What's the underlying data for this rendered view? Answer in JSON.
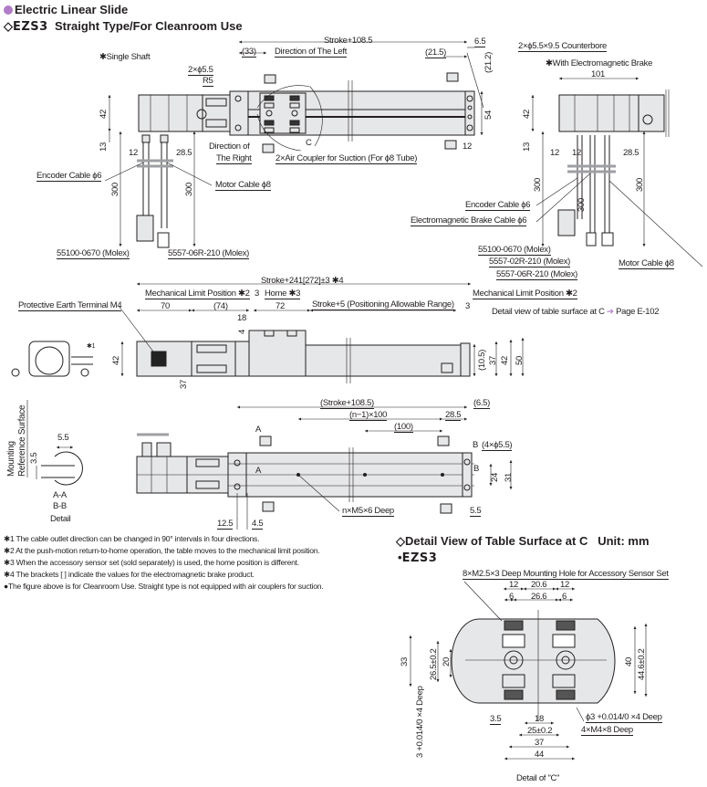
{
  "header": {
    "title": "Electric Linear Slide",
    "subtitle_symbol": "◇",
    "subtitle_model": "EZS3",
    "subtitle_text": "Straight Type/For Cleanroom Use",
    "accent_color": "#b07cc6"
  },
  "top_view": {
    "single_shaft_note": "✱Single Shaft",
    "brake_note": "✱With Electromagnetic Brake",
    "labels": {
      "stroke_total": "Stroke+108.5",
      "d33": "(33)",
      "direction_left": "Direction of The Left",
      "d6_5": "6.5",
      "d21_5": "(21.5)",
      "d21_2": "(21.2)",
      "counterbore": "2×ϕ5.5×9.5 Counterbore",
      "holes": "2×ϕ5.5",
      "r5": "R5",
      "h42": "42",
      "h13": "13",
      "h54": "54",
      "d12": "12",
      "d28_5": "28.5",
      "d12_right": "12",
      "direction_right_1": "Direction of",
      "direction_right_2": "The Right",
      "c_mark": "C",
      "air_coupler": "2×Air Coupler for Suction (For ϕ8 Tube)",
      "encoder_cable": "Encoder Cable ϕ6",
      "motor_cable": "Motor Cable ϕ8",
      "len300a": "300",
      "len300b": "300",
      "conn1": "55100-0670 (Molex)",
      "conn2": "5557-06R-210 (Molex)"
    },
    "brake": {
      "w101": "101",
      "h42": "42",
      "h13": "13",
      "d12a": "12",
      "d12b": "12",
      "d28_5": "28.5",
      "len300a": "300",
      "len300b": "300",
      "len300c": "300",
      "encoder_cable": "Encoder Cable ϕ6",
      "brake_cable": "Electromagnetic Brake Cable ϕ6",
      "conn1": "55100-0670 (Molex)",
      "conn2": "5557-02R-210 (Molex)",
      "conn3": "5557-06R-210 (Molex)",
      "motor_cable": "Motor Cable ϕ8"
    }
  },
  "side_view": {
    "stroke_total": "Stroke+241[272]±3 ✱4",
    "mech_limit_left": "Mechanical Limit Position ✱2",
    "d3": "3",
    "home": "Home ✱3",
    "pe_terminal": "Protective Earth Terminal M4",
    "d70": "70",
    "d74": "(74)",
    "d72": "72",
    "stroke_range": "Stroke+5 (Positioning Allowable Range)",
    "d3_right": "3",
    "mech_limit_right": "Mechanical Limit Position ✱2",
    "detail_ref": "Detail view of table surface at C",
    "detail_ref_arrow": "➔",
    "detail_ref_page": "Page E-102",
    "d18": "18",
    "d4": "4",
    "h42": "42",
    "d37": "37",
    "d10_5": "(10.5)",
    "h37": "37",
    "h42r": "42",
    "h50": "50",
    "note1_mark": "✱1"
  },
  "section_detail": {
    "ref_surface_1": "Mounting",
    "ref_surface_2": "Reference Surface",
    "w5_5": "5.5",
    "h3_5": "3.5",
    "aa": "A-A",
    "bb": "B-B",
    "caption": "Detail"
  },
  "bottom_view": {
    "stroke_total": "(Stroke+108.5)",
    "d6_5": "(6.5)",
    "n_minus_1": "(n−1)×100",
    "d28_5": "28.5",
    "d100": "(100)",
    "a_top": "A",
    "a_mid": "A",
    "b_top": "B",
    "b_mid": "B",
    "holes": "(4×ϕ5.5)",
    "h24": "24",
    "h31": "31",
    "tapped": "n×M5×6 Deep",
    "d5_5": "5.5",
    "d12_5": "12.5",
    "d4_5": "4.5"
  },
  "notes": [
    "✱1 The cable outlet direction can be changed in 90° intervals in four directions.",
    "✱2 At the push-motion return-to-home operation, the table moves to the mechanical limit position.",
    "✱3 When the accessory sensor set (sold separately) is used, the home position is different.",
    "✱4 The brackets [ ] indicate the values for the electromagnetic brake product.",
    "●The figure above is for Cleanroom Use. Straight type is not equipped with air couplers for suction."
  ],
  "detail_c": {
    "title_symbol": "◇",
    "title": "Detail View of Table Surface at C",
    "unit": "Unit: mm",
    "model_bullet": "•",
    "model": "EZS3",
    "mount_holes": "8×M2.5×3 Deep Mounting Hole for Accessory Sensor Set",
    "d12a": "12",
    "d20_6": "20.6",
    "d12b": "12",
    "d6a": "6",
    "d26_6": "26.6",
    "d6b": "6",
    "h33": "33",
    "h26_5": "26.5±0.2",
    "h20": "20",
    "h40": "40",
    "h44_6": "44.6±0.2",
    "pin_hole_v": "3 +0.014/0 ×4 Deep",
    "d3_5": "3.5",
    "d18": "18",
    "d25": "25±0.2",
    "d37": "37",
    "d44": "44",
    "pin_hole": "ϕ3 +0.014/0 ×4 Deep",
    "tapped": "4×M4×8 Deep",
    "caption": "Detail of \"C\""
  }
}
